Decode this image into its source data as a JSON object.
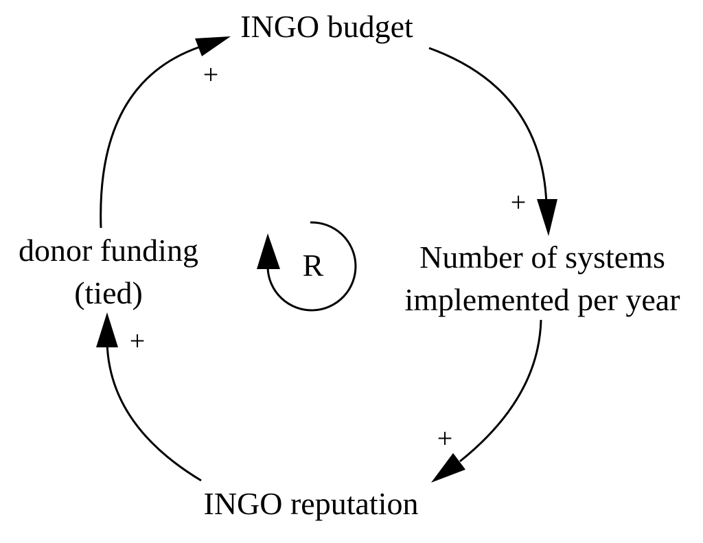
{
  "nodes": {
    "budget": {
      "label": "INGO budget"
    },
    "systems": {
      "lines": [
        "Number of systems",
        "implemented per year"
      ]
    },
    "reputation": {
      "label": "INGO reputation"
    },
    "funding": {
      "lines": [
        "donor funding",
        "(tied)"
      ]
    }
  },
  "links": [
    {
      "from": "budget",
      "to": "systems",
      "polarity": "+"
    },
    {
      "from": "systems",
      "to": "reputation",
      "polarity": "+"
    },
    {
      "from": "reputation",
      "to": "funding",
      "polarity": "+"
    },
    {
      "from": "funding",
      "to": "budget",
      "polarity": "+"
    }
  ],
  "loop": {
    "label": "R"
  },
  "colors": {
    "ink": "#000000",
    "background": "#ffffff"
  }
}
